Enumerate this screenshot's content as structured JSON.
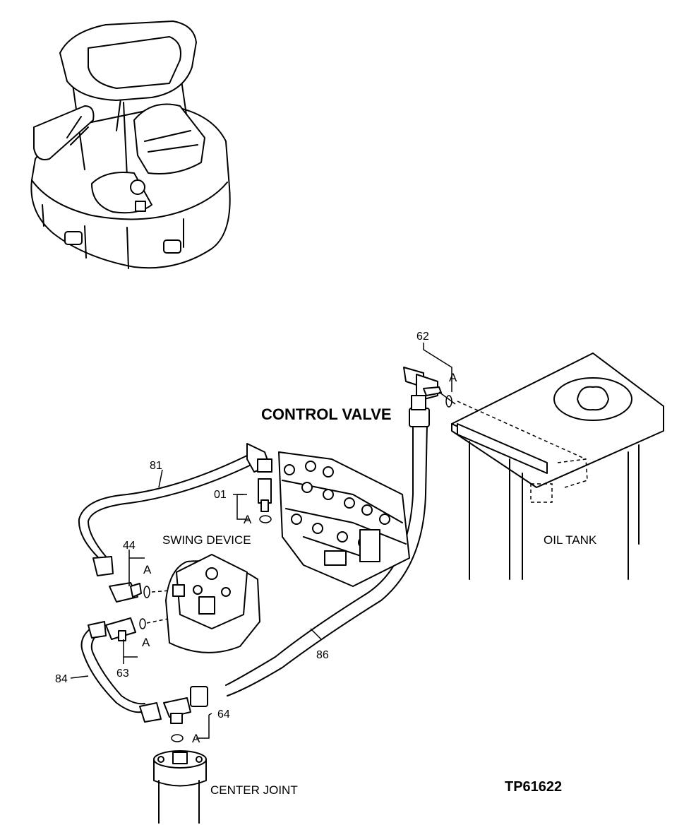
{
  "labels": {
    "control_valve": "CONTROL VALVE",
    "swing_device": "SWING DEVICE",
    "oil_tank": "OIL TANK",
    "center_joint": "CENTER JOINT",
    "drawing_id": "TP61622"
  },
  "callouts": {
    "c62": "62",
    "c81": "81",
    "c01": "01",
    "c44": "44",
    "c86": "86",
    "c84": "84",
    "c63": "63",
    "c64": "64",
    "a": "A"
  }
}
